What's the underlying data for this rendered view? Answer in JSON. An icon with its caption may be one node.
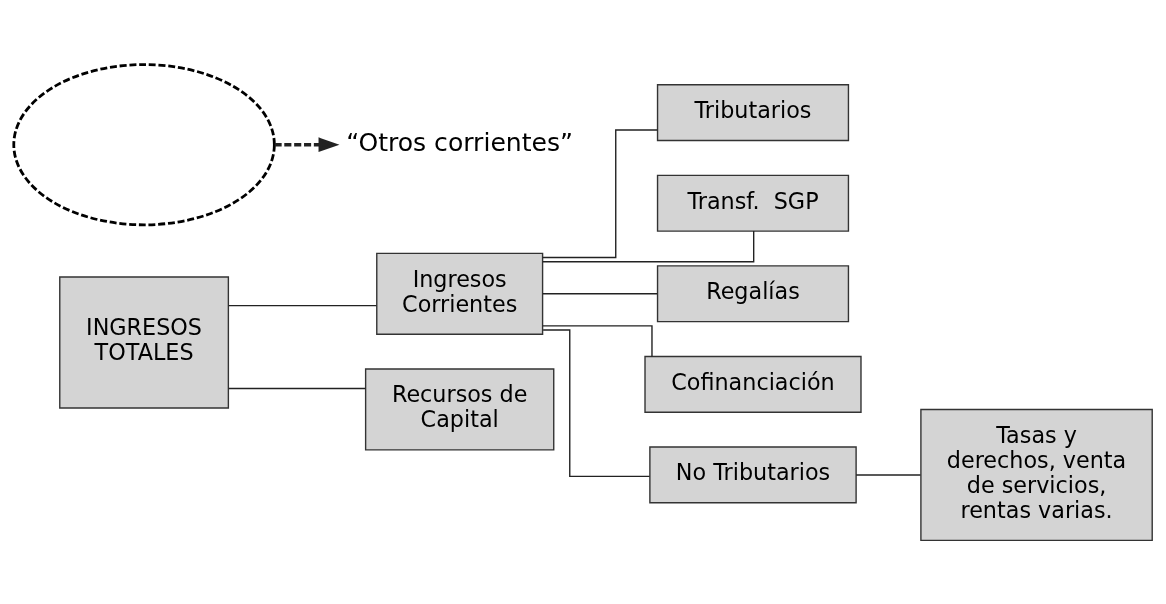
{
  "diagram": {
    "nodes": [
      {
        "text": [
          "INGRESOS TOTALES"
        ]
      },
      {
        "text": [
          "Ingresos Corrientes"
        ]
      },
      {
        "text": [
          "Recursos de Capital"
        ]
      },
      {
        "text": [
          "Tributarios"
        ]
      },
      {
        "text": [
          "Transf.  SGP"
        ]
      },
      {
        "text": [
          "Regalías"
        ]
      },
      {
        "text": [
          "Cofinanciación"
        ]
      },
      {
        "text": [
          "No Tributarios"
        ]
      },
      {
        "text": [
          "Tasas y derechos, venta de servicios, rentas varias."
        ]
      },
      {
        "text": [],
        "shape": "ellipse"
      },
      {
        "text": [
          "“Otros corrientes”"
        ]
      }
    ],
    "edges": [
      {
        "from": 0,
        "to": 1,
        "arrow": "none"
      },
      {
        "from": 0,
        "to": 2,
        "arrow": "none"
      },
      {
        "from": 1,
        "to": 3,
        "arrow": "none"
      },
      {
        "from": 1,
        "to": 4,
        "arrow": "none"
      },
      {
        "from": 1,
        "to": 5,
        "arrow": "none"
      },
      {
        "from": 1,
        "to": 6,
        "arrow": "none"
      },
      {
        "from": 1,
        "to": 7,
        "arrow": "none"
      },
      {
        "from": 7,
        "to": 8,
        "arrow": "none"
      },
      {
        "from": 9,
        "to": 10,
        "arrow": "to",
        "style": "dashed"
      }
    ]
  }
}
